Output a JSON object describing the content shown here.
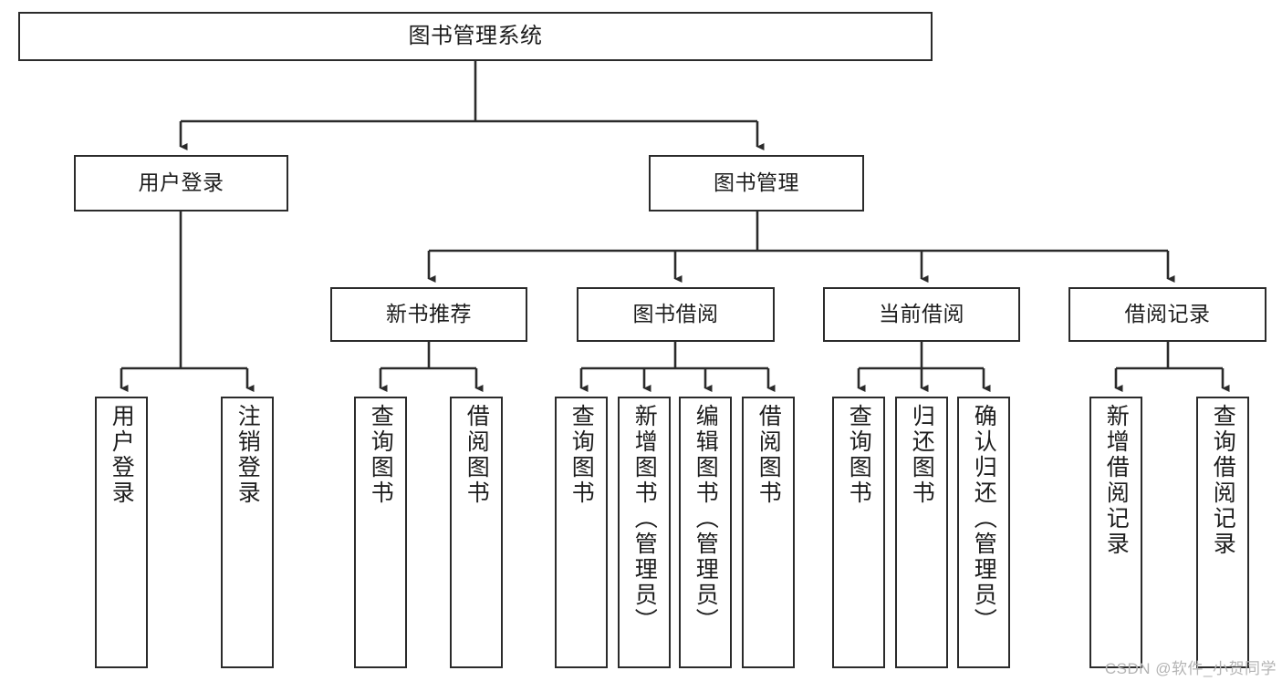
{
  "diagram": {
    "title": "图书管理系统",
    "type": "tree-hierarchy",
    "watermark": "CSDN @软件_小贺同学",
    "colors": {
      "box_border": "#2b2b2b",
      "background": "#ffffff",
      "edge": "#2b2b2b",
      "text": "#1d1d1d",
      "watermark": "#b4b4b4"
    },
    "nodes": {
      "root": {
        "label": "图书管理系统"
      },
      "level2": [
        {
          "label": "用户登录"
        },
        {
          "label": "图书管理"
        }
      ],
      "level3": [
        {
          "label": "新书推荐"
        },
        {
          "label": "图书借阅"
        },
        {
          "label": "当前借阅"
        },
        {
          "label": "借阅记录"
        }
      ],
      "leaves": {
        "user_login": [
          {
            "label": "用户登录"
          },
          {
            "label": "注销登录"
          }
        ],
        "new_book_recommend": [
          {
            "label": "查询图书"
          },
          {
            "label": "借阅图书"
          }
        ],
        "book_borrow": [
          {
            "label": "查询图书"
          },
          {
            "label": "新增图书（管理员）"
          },
          {
            "label": "编辑图书（管理员）"
          },
          {
            "label": "借阅图书"
          }
        ],
        "current_borrow": [
          {
            "label": "查询图书"
          },
          {
            "label": "归还图书"
          },
          {
            "label": "确认归还（管理员）"
          }
        ],
        "borrow_record": [
          {
            "label": "新增借阅记录"
          },
          {
            "label": "查询借阅记录"
          }
        ]
      }
    }
  }
}
